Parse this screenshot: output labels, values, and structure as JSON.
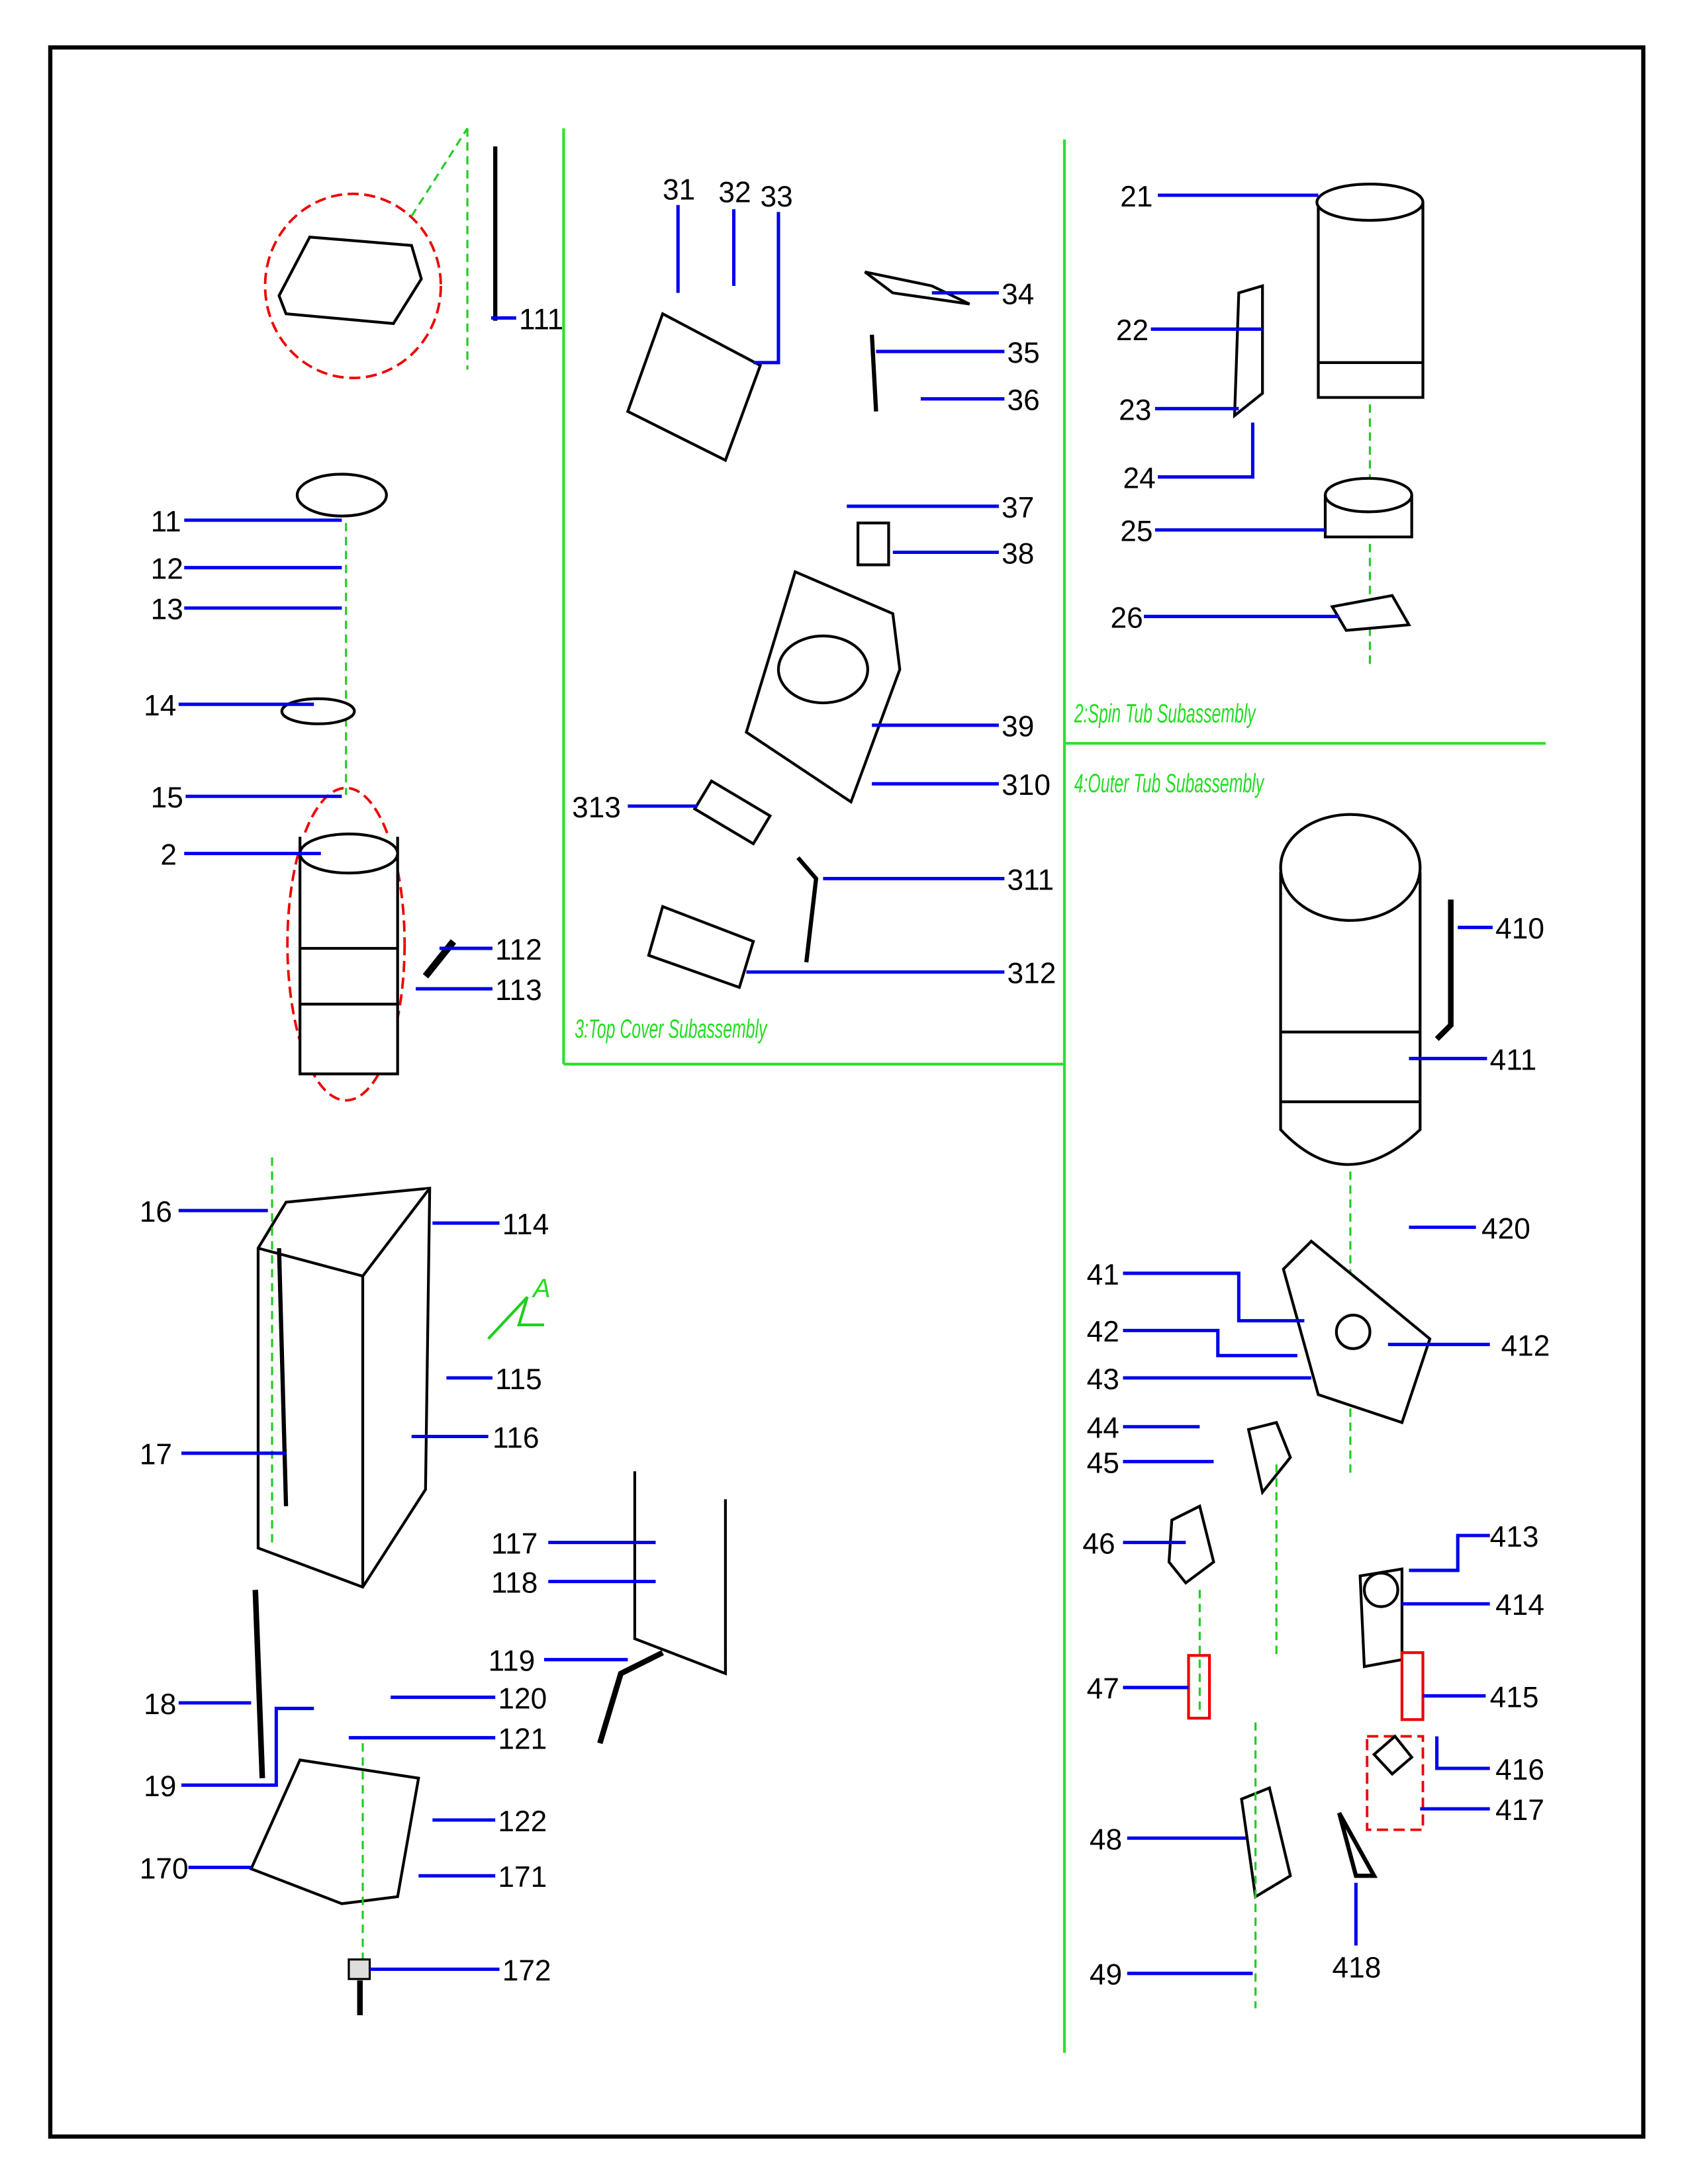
{
  "sections": {
    "spin_tub": "2:Spin Tub Subassembly",
    "outer_tub": "4:Outer Tub Subassembly",
    "top_cover": "3:Top Cover Subassembly"
  },
  "colors": {
    "leader": "#0000ee",
    "section": "#22dd22",
    "highlight": "#e00000",
    "frame": "#000000"
  },
  "parts": [
    "111",
    "11",
    "12",
    "13",
    "14",
    "15",
    "2",
    "112",
    "113",
    "16",
    "114",
    "115",
    "116",
    "17",
    "117",
    "118",
    "119",
    "120",
    "121",
    "18",
    "19",
    "122",
    "170",
    "171",
    "172",
    "31",
    "32",
    "33",
    "34",
    "35",
    "36",
    "37",
    "38",
    "39",
    "310",
    "313",
    "311",
    "312",
    "21",
    "22",
    "23",
    "24",
    "25",
    "26",
    "410",
    "411",
    "420",
    "41",
    "42",
    "412",
    "43",
    "44",
    "45",
    "46",
    "413",
    "414",
    "47",
    "415",
    "416",
    "417",
    "48",
    "418",
    "49"
  ],
  "annotation_letter": "A"
}
